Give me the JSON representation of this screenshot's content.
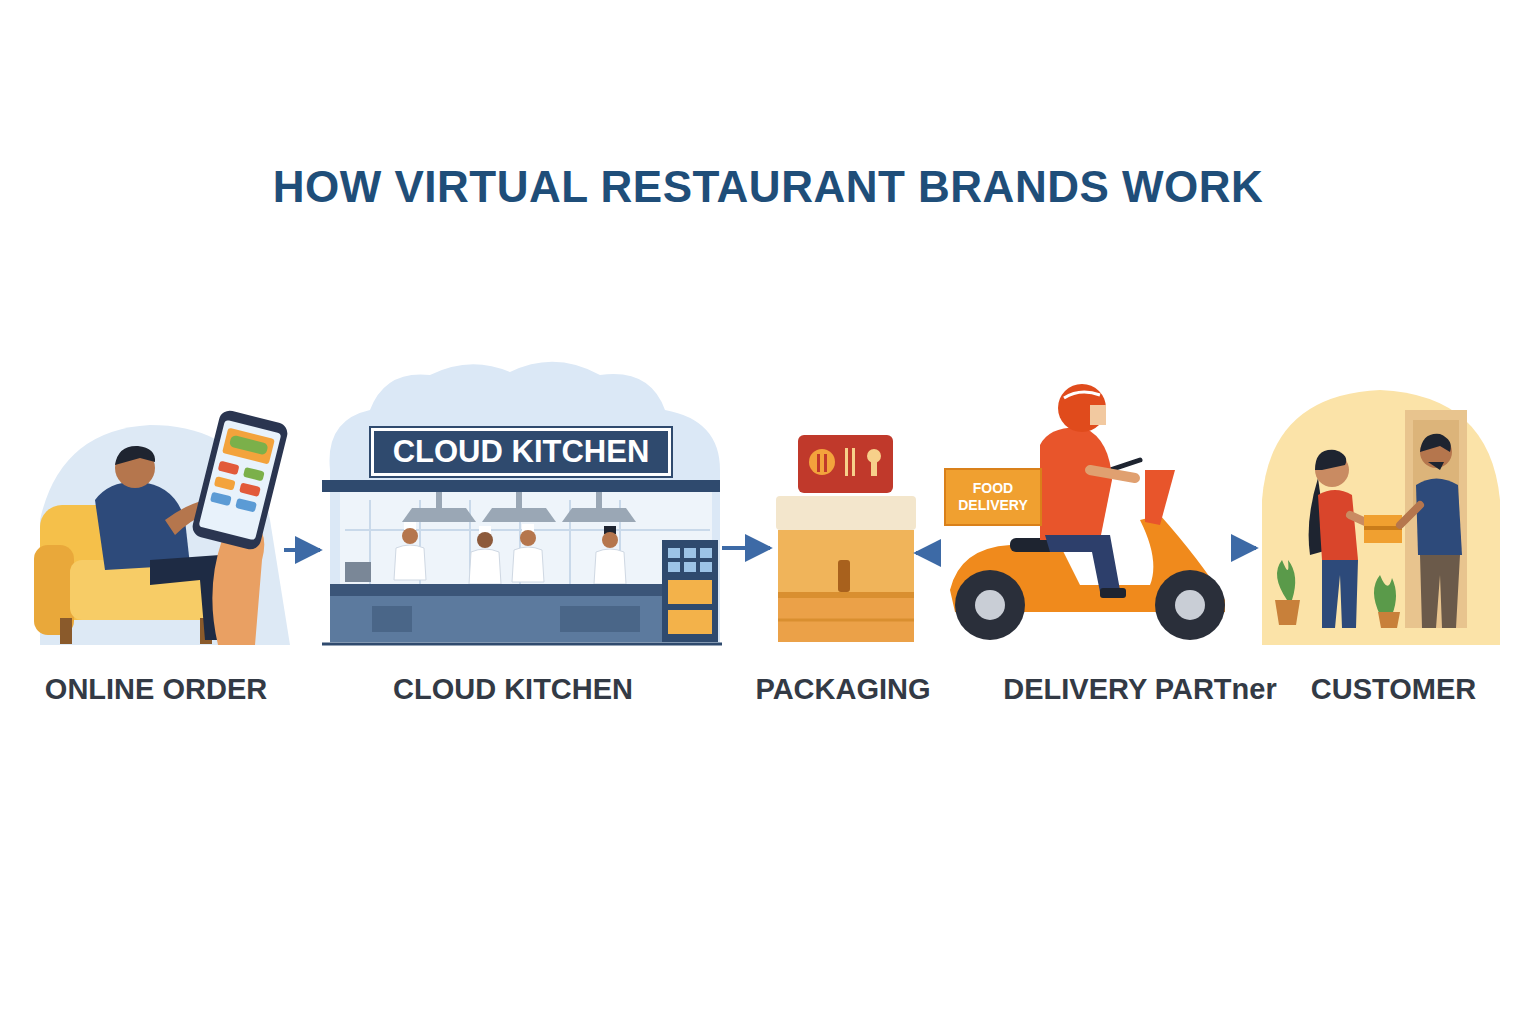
{
  "diagram": {
    "title": "HOW VIRTUAL RESTAURANT BRANDS WORK",
    "nodes": [
      {
        "text": [
          "ONLINE ORDER"
        ]
      },
      {
        "text": [
          "CLOUD KITCHEN"
        ]
      },
      {
        "text": [
          "CLOUD KITCHEN"
        ],
        "in": 1
      },
      {
        "text": [
          "PACKAGING"
        ]
      },
      {
        "text": [
          "DELIVERY PARTner"
        ]
      },
      {
        "text": [
          "FOOD DELIVERY"
        ],
        "in": 4
      },
      {
        "text": [
          "CUSTOMER"
        ]
      }
    ],
    "edges": [
      {
        "from": 0,
        "to": 1,
        "arrow": "to"
      },
      {
        "from": 1,
        "to": 3,
        "arrow": "to"
      },
      {
        "from": 4,
        "to": 3,
        "arrow": "to"
      },
      {
        "from": 4,
        "to": 6,
        "arrow": "to"
      }
    ]
  }
}
